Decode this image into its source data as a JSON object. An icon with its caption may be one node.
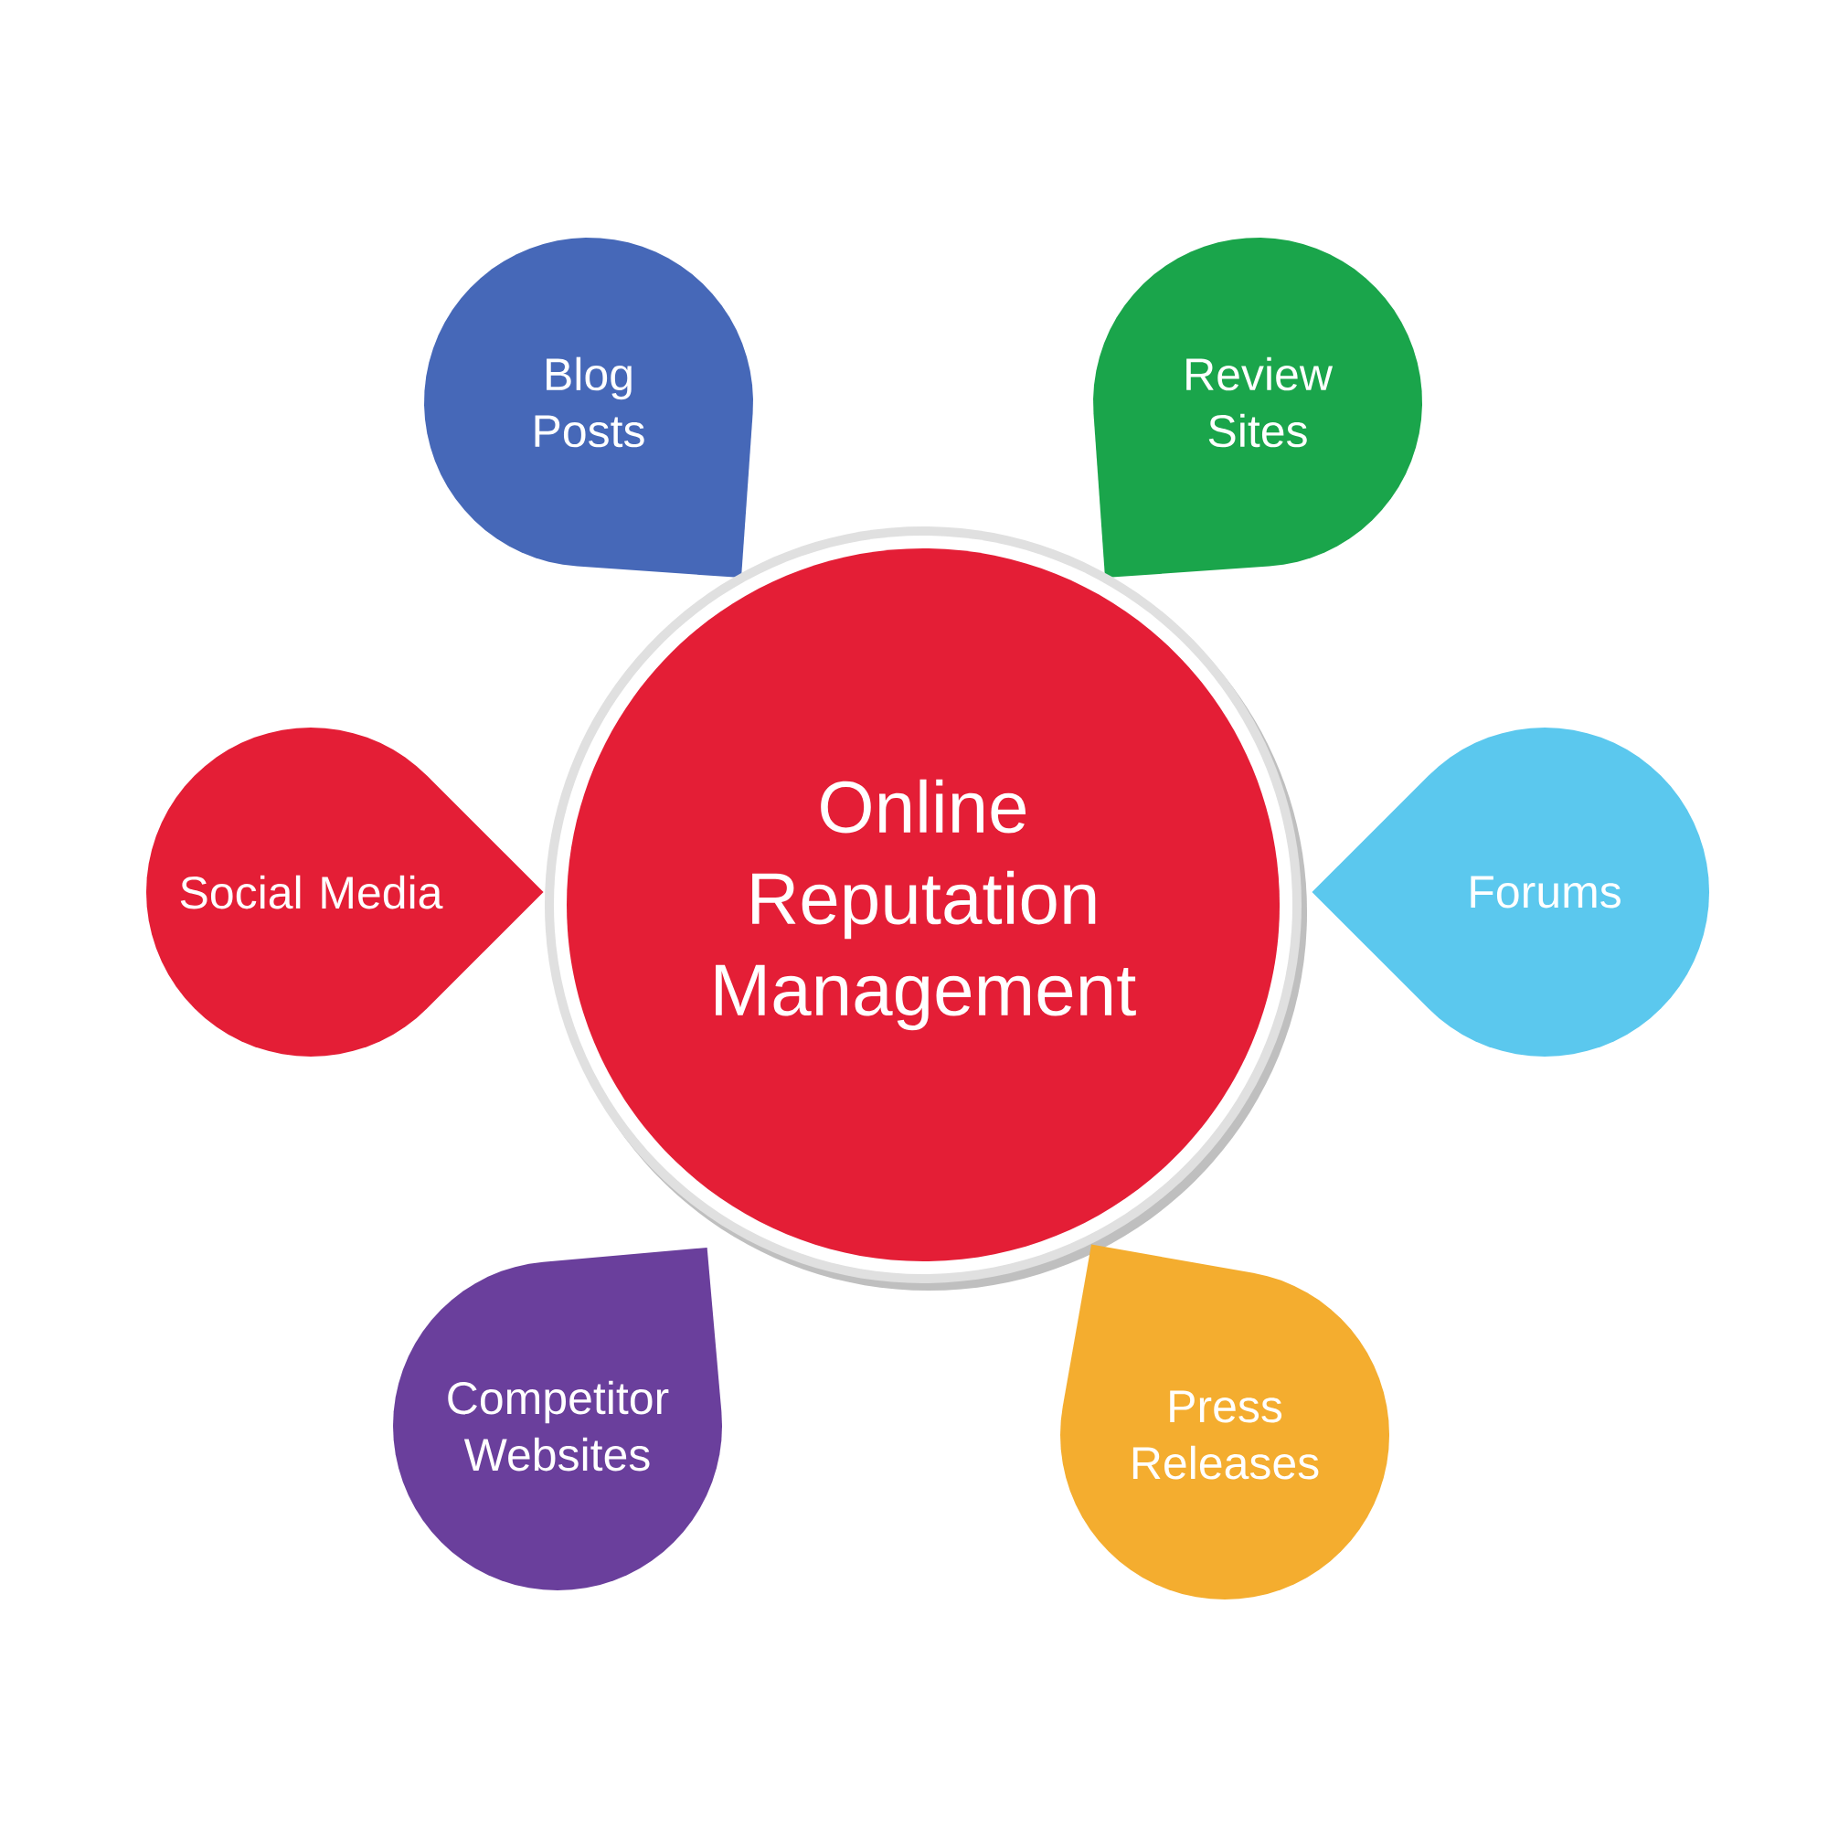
{
  "diagram": {
    "nodes": [
      {
        "text": [
          "Blog Posts"
        ]
      },
      {
        "text": [
          "Review Sites"
        ]
      },
      {
        "text": [
          "Social Media"
        ]
      },
      {
        "text": [
          "Online Reputation Management"
        ]
      },
      {
        "text": [
          "Forums"
        ]
      },
      {
        "text": [
          "Competitor Websites"
        ]
      },
      {
        "text": [
          "Press Releases"
        ]
      }
    ]
  }
}
